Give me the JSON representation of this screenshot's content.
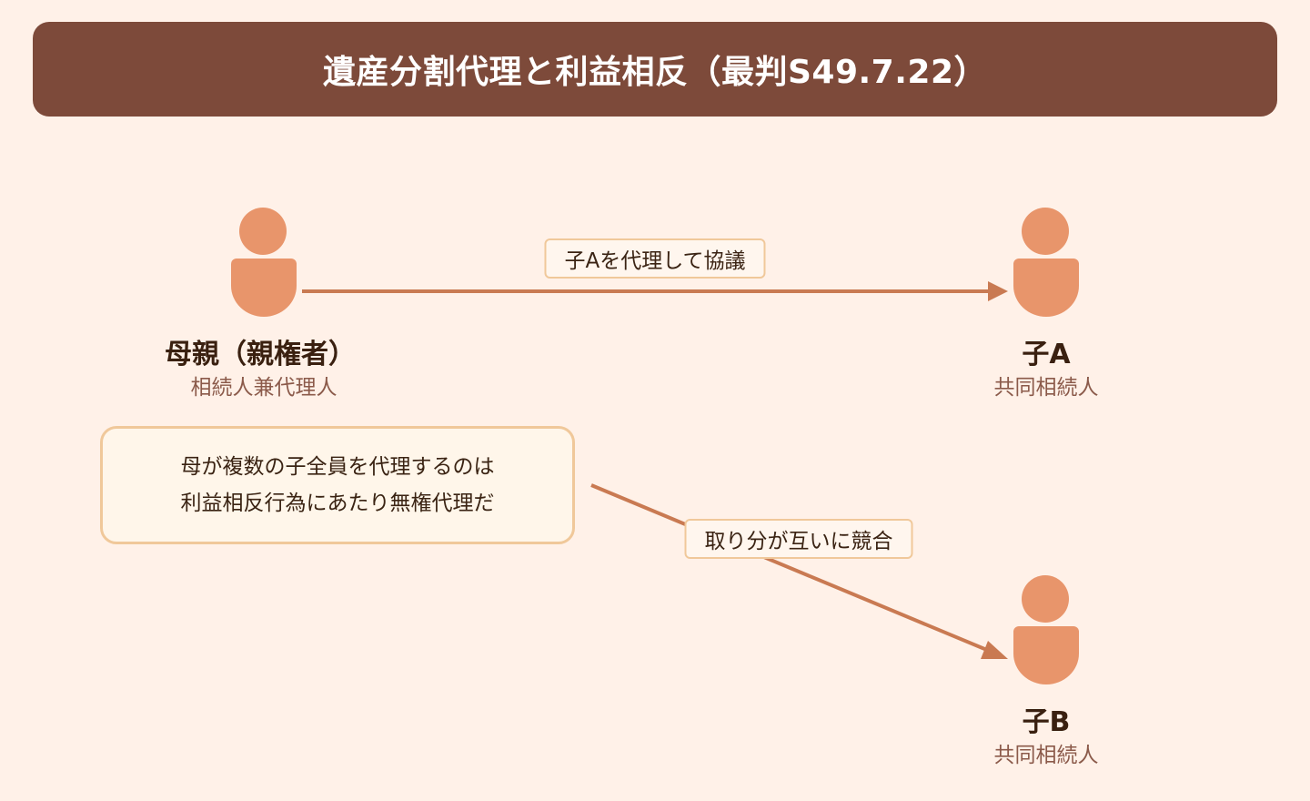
{
  "title": "遺産分割代理と利益相反（最判S49.7.22）",
  "nodes": {
    "mother": {
      "name": "母親（親権者）",
      "role": "相続人兼代理人"
    },
    "child_a": {
      "name": "子A",
      "role": "共同相続人"
    },
    "child_b": {
      "name": "子B",
      "role": "共同相続人"
    }
  },
  "edges": {
    "mother_to_a": {
      "label": "子Aを代理して協議"
    },
    "mother_to_b": {
      "label": "取り分が互いに競合"
    }
  },
  "note": {
    "lines": [
      "母が複数の子全員を代理するのは",
      "利益相反行為にあたり無権代理だ"
    ]
  },
  "colors": {
    "header": "#7d4a3a",
    "person": "#e8956b",
    "arrow": "#c97a52",
    "background": "#fff1e8"
  }
}
